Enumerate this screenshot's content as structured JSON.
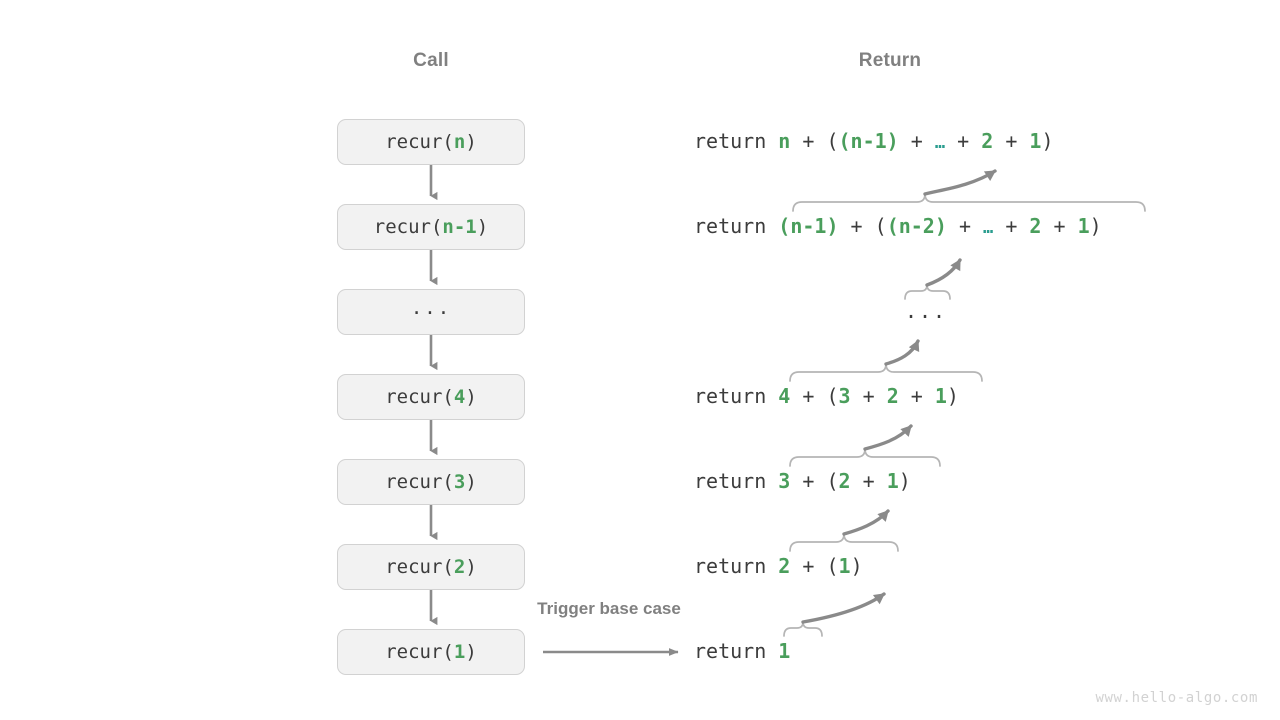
{
  "headers": {
    "call": "Call",
    "return": "Return"
  },
  "colors": {
    "green": "#4a9e5c",
    "teal": "#2a9d8f",
    "text": "#3c3c3c",
    "gray": "#808080",
    "box_fill": "#f2f2f2",
    "box_border": "#d2d2d2",
    "arrow": "#808080",
    "brace": "#b0b0b0",
    "watermark": "#d2d2d2"
  },
  "call_stack": [
    {
      "name": "call-box-n",
      "prefix": "recur(",
      "arg": "n",
      "suffix": ")",
      "is_dots": false
    },
    {
      "name": "call-box-n1",
      "prefix": "recur(",
      "arg": "n-1",
      "suffix": ")",
      "is_dots": false
    },
    {
      "name": "call-box-dots",
      "prefix": "",
      "arg": "",
      "suffix": "",
      "is_dots": true,
      "dots": "..."
    },
    {
      "name": "call-box-4",
      "prefix": "recur(",
      "arg": "4",
      "suffix": ")",
      "is_dots": false
    },
    {
      "name": "call-box-3",
      "prefix": "recur(",
      "arg": "3",
      "suffix": ")",
      "is_dots": false
    },
    {
      "name": "call-box-2",
      "prefix": "recur(",
      "arg": "2",
      "suffix": ")",
      "is_dots": false
    },
    {
      "name": "call-box-1",
      "prefix": "recur(",
      "arg": "1",
      "suffix": ")",
      "is_dots": false
    }
  ],
  "returns": [
    {
      "name": "return-line-n",
      "keyword": "return ",
      "tokens": [
        {
          "t": "n",
          "c": "g"
        },
        {
          "t": " + ",
          "c": "p"
        },
        {
          "t": "(",
          "c": "p"
        },
        {
          "t": "(n-1)",
          "c": "g"
        },
        {
          "t": " + ",
          "c": "p"
        },
        {
          "t": "…",
          "c": "el"
        },
        {
          "t": " + ",
          "c": "p"
        },
        {
          "t": "2",
          "c": "g"
        },
        {
          "t": " + ",
          "c": "p"
        },
        {
          "t": "1",
          "c": "g"
        },
        {
          "t": ")",
          "c": "p"
        }
      ],
      "plain": "return n + ((n-1) + … + 2 + 1)"
    },
    {
      "name": "return-line-n1",
      "keyword": "return ",
      "tokens": [
        {
          "t": "(n-1)",
          "c": "g"
        },
        {
          "t": " + ",
          "c": "p"
        },
        {
          "t": "(",
          "c": "p"
        },
        {
          "t": "(n-2)",
          "c": "g"
        },
        {
          "t": " + ",
          "c": "p"
        },
        {
          "t": "…",
          "c": "el"
        },
        {
          "t": " + ",
          "c": "p"
        },
        {
          "t": "2",
          "c": "g"
        },
        {
          "t": " + ",
          "c": "p"
        },
        {
          "t": "1",
          "c": "g"
        },
        {
          "t": ")",
          "c": "p"
        }
      ],
      "plain": "return (n-1) + ((n-2) + … + 2 + 1)"
    },
    {
      "name": "return-line-4",
      "keyword": "return ",
      "tokens": [
        {
          "t": "4",
          "c": "g"
        },
        {
          "t": " + ",
          "c": "p"
        },
        {
          "t": "(",
          "c": "p"
        },
        {
          "t": "3",
          "c": "g"
        },
        {
          "t": " + ",
          "c": "p"
        },
        {
          "t": "2",
          "c": "g"
        },
        {
          "t": " + ",
          "c": "p"
        },
        {
          "t": "1",
          "c": "g"
        },
        {
          "t": ")",
          "c": "p"
        }
      ],
      "plain": "return 4 + (3 + 2 + 1)"
    },
    {
      "name": "return-line-3",
      "keyword": "return ",
      "tokens": [
        {
          "t": "3",
          "c": "g"
        },
        {
          "t": " + ",
          "c": "p"
        },
        {
          "t": "(",
          "c": "p"
        },
        {
          "t": "2",
          "c": "g"
        },
        {
          "t": " + ",
          "c": "p"
        },
        {
          "t": "1",
          "c": "g"
        },
        {
          "t": ")",
          "c": "p"
        }
      ],
      "plain": "return 3 + (2 + 1)"
    },
    {
      "name": "return-line-2",
      "keyword": "return ",
      "tokens": [
        {
          "t": "2",
          "c": "g"
        },
        {
          "t": " + ",
          "c": "p"
        },
        {
          "t": "(",
          "c": "p"
        },
        {
          "t": "1",
          "c": "g"
        },
        {
          "t": ")",
          "c": "p"
        }
      ],
      "plain": "return 2 + (1)"
    },
    {
      "name": "return-line-1",
      "keyword": "return ",
      "tokens": [
        {
          "t": "1",
          "c": "g"
        }
      ],
      "plain": "return 1"
    }
  ],
  "return_dots": "...",
  "trigger_label": "Trigger base case",
  "watermark": "www.hello-algo.com"
}
